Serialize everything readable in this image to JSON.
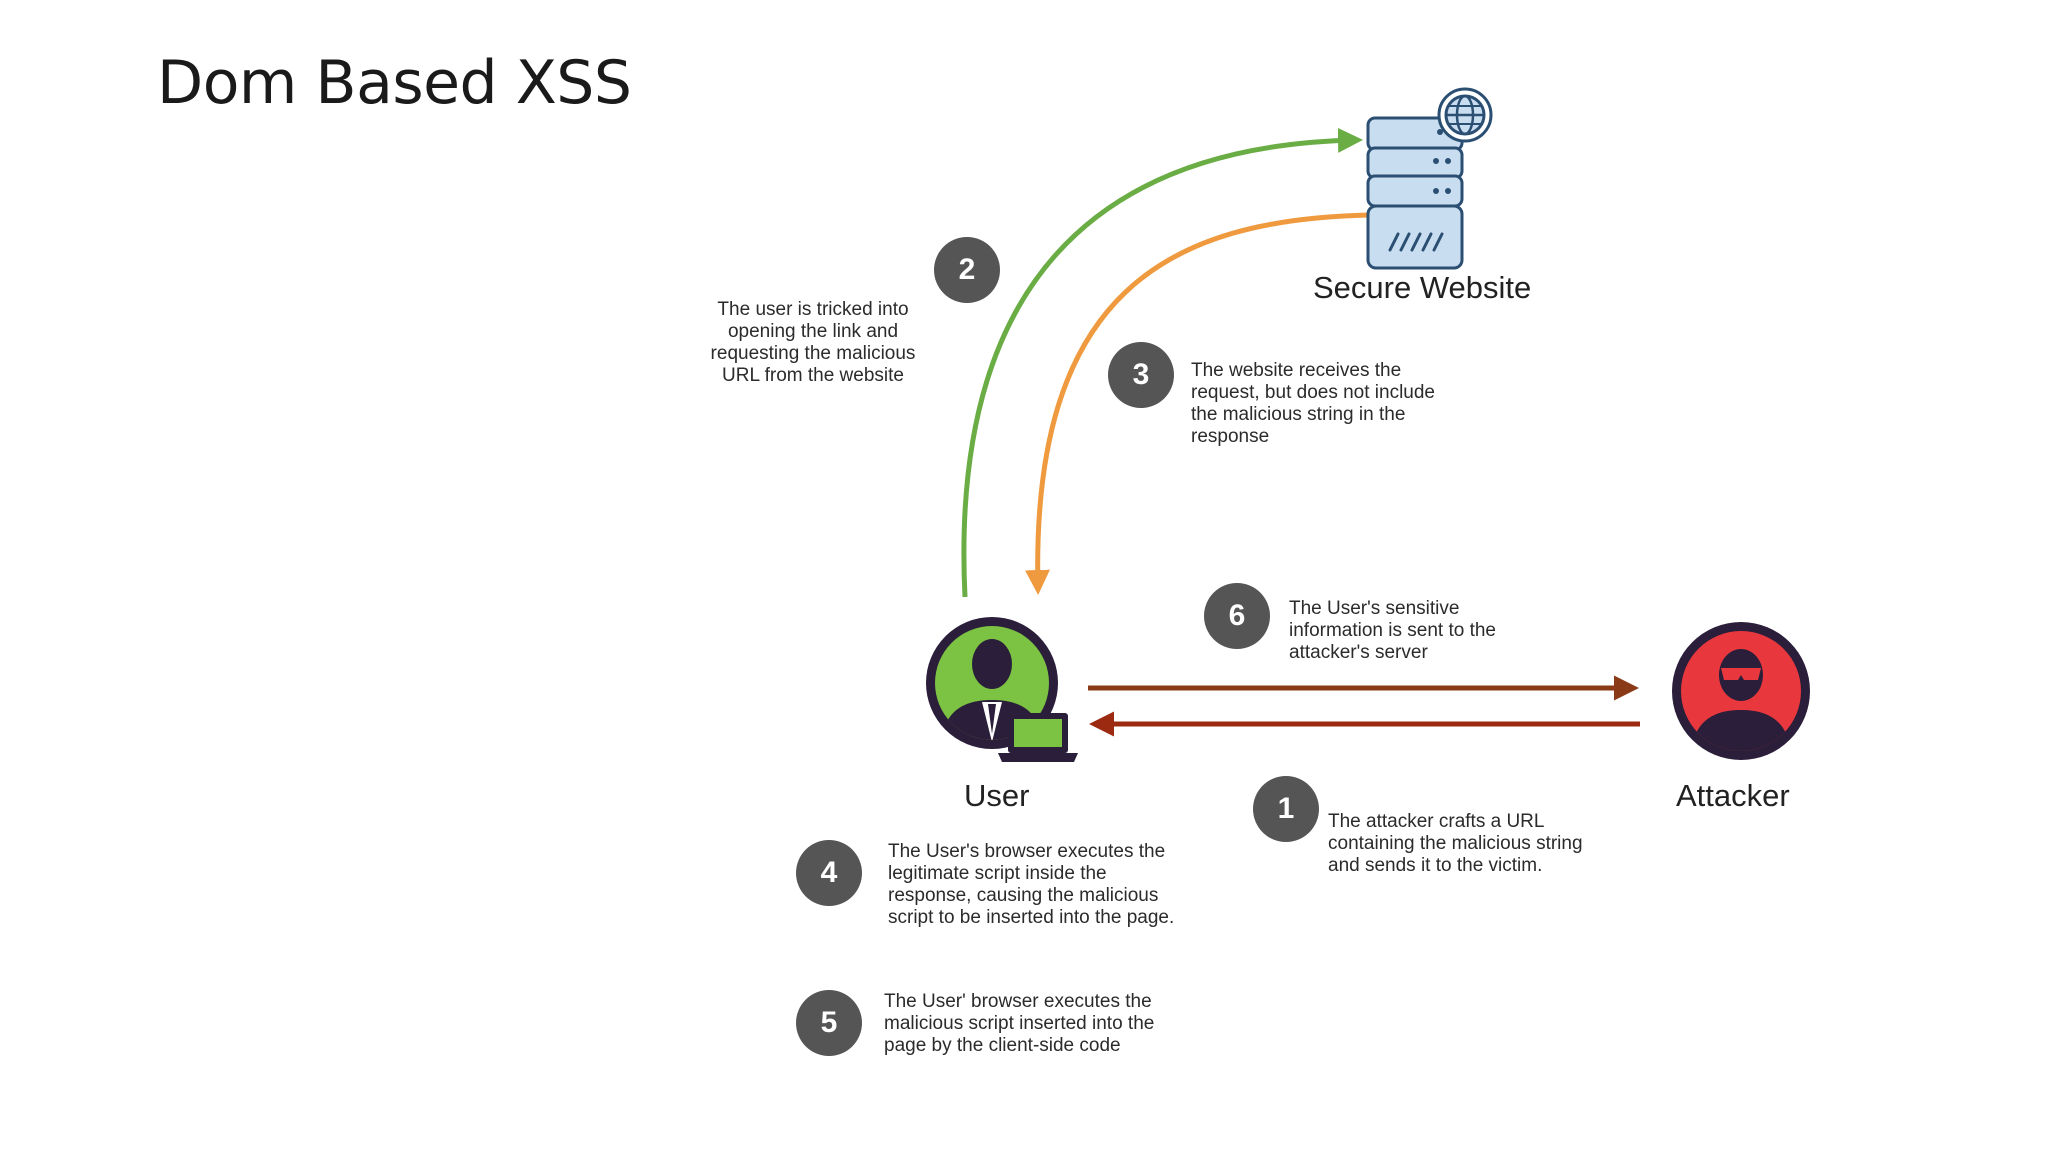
{
  "slide": {
    "title": "Dom Based XSS"
  },
  "actors": {
    "website": {
      "label": "Secure Website"
    },
    "user": {
      "label": "User"
    },
    "attacker": {
      "label": "Attacker"
    }
  },
  "steps": [
    {
      "number": "1",
      "text": "The attacker crafts a URL containing the malicious string and sends it to the victim."
    },
    {
      "number": "2",
      "text": "The user is tricked into opening the link and requesting the malicious URL from the website"
    },
    {
      "number": "3",
      "text": "The website receives the request, but does not include the malicious string in the response"
    },
    {
      "number": "4",
      "text": "The User's browser executes the legitimate script inside the response, causing the malicious script to be inserted into the page."
    },
    {
      "number": "5",
      "text": "The User' browser executes the malicious script inserted into the page by the client-side code"
    },
    {
      "number": "6",
      "text": "The User's sensitive information is sent to the attacker's server"
    }
  ],
  "colors": {
    "arrow_request": "#6aad45",
    "arrow_response": "#ef9a3e",
    "arrow_exfiltrate": "#8a3a16",
    "arrow_phish": "#9c2a10",
    "user_ring": "#7cc243",
    "attacker_ring": "#e8383d",
    "server_body": "#c9ddf0",
    "badge": "#555555"
  }
}
